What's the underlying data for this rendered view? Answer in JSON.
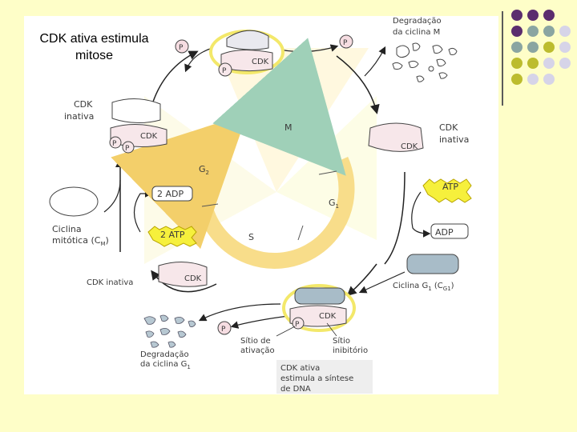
{
  "slide": {
    "title_line1": "CDK ativa estimula",
    "title_line2": "mitose"
  },
  "colors": {
    "background": "#fefec8",
    "purple": "#5b2d6e",
    "teal": "#8aa5a1",
    "olive": "#bcbc2e",
    "lavender": "#d6d4e8",
    "cycle_m": "#c6e6d4",
    "cycle_ring": "#f8dd8a",
    "atp_yellow": "#f6f03c"
  },
  "diagram": {
    "phases": {
      "m": "M",
      "g2": "G",
      "g2_sub": "2",
      "g1": "G",
      "g1_sub": "1",
      "s": "S"
    },
    "top": {
      "cdk": "CDK",
      "p_left": "P",
      "p_right": "P",
      "p_complex": "P"
    },
    "degradation_m": {
      "line1": "Degradação",
      "line2": "da ciclina M"
    },
    "cdk_inactive_right": {
      "cdk": "CDK",
      "line1": "CDK",
      "line2": "inativa"
    },
    "atp_right": "ATP",
    "adp_right": "ADP",
    "cyclin_g1": {
      "label": "Ciclina G",
      "sub": "1",
      "paren": "(C",
      "paren_sub": "G1",
      "close": ")"
    },
    "bottom": {
      "cdk": "CDK",
      "p": "P",
      "p_free": "P",
      "site_activation": {
        "line1": "Sítio de",
        "line2": "ativação"
      },
      "site_inhibitory": {
        "line1": "Sítio",
        "line2": "inibitório"
      },
      "caption": {
        "line1": "CDK ativa",
        "line2": "estimula a síntese",
        "line3": "de DNA"
      }
    },
    "degradation_g1": {
      "line1": "Degradação",
      "line2": "da ciclina G",
      "sub": "1"
    },
    "cdk_inactive_lower_left": {
      "label": "CDK inativa",
      "cdk": "CDK"
    },
    "atp_left": "2 ATP",
    "adp_left": "2 ADP",
    "mitotic_cyclin": {
      "line1": "Ciclina",
      "line2": "mitótica (C",
      "sub": "M",
      "close": ")"
    },
    "cdk_inactive_upper_left": {
      "line1": "CDK",
      "line2": "inativa",
      "cdk": "CDK",
      "p1": "P",
      "p2": "P"
    }
  }
}
